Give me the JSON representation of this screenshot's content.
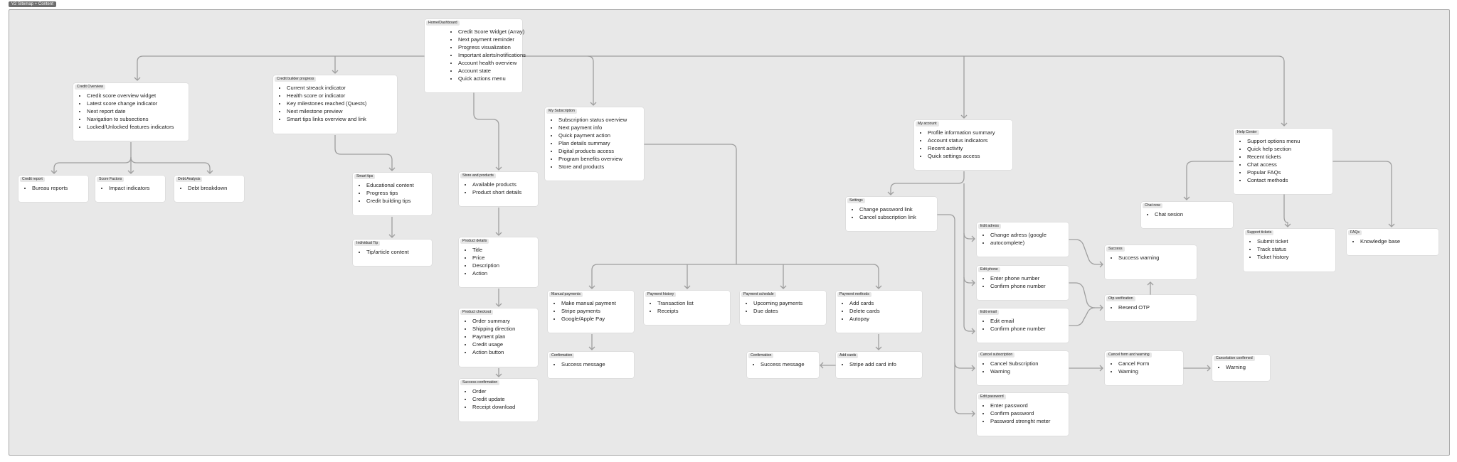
{
  "frame": {
    "label": "V2 Sitemap + Content"
  },
  "nodes": [
    {
      "id": "home",
      "title": "Home/Dashboard",
      "items": [
        "Credit Score Widget (Array)",
        "Next payment reminder",
        "Progress visualization",
        "Important alerts/notifications",
        "Account health overview",
        "Account state",
        "Quick actions menu"
      ]
    },
    {
      "id": "credit_overview",
      "title": "Credit Overview",
      "items": [
        "Credit score overview widget",
        "Latest score change indicator",
        "Next report date",
        "Navigation to subsections",
        "Locked/Unlocked features indicators"
      ]
    },
    {
      "id": "credit_report",
      "title": "Credit report",
      "items": [
        "Bureau reports"
      ]
    },
    {
      "id": "score_factors",
      "title": "Score Factors",
      "items": [
        "Impact indicators"
      ]
    },
    {
      "id": "debt_analysis",
      "title": "Debt Analysis",
      "items": [
        "Debt breakdown"
      ]
    },
    {
      "id": "credit_builder",
      "title": "Credit builder progress",
      "items": [
        "Current streack indicator",
        "Health score or indicator",
        "Key milestones reached (Quests)",
        "Next milestone preview",
        "Smart tips links overview and link"
      ]
    },
    {
      "id": "smart_tips",
      "title": "Smart tips",
      "items": [
        "Educational content",
        "Progress tips",
        "Credit building tips"
      ]
    },
    {
      "id": "individual_tip",
      "title": "Individual Tip",
      "items": [
        "Tip/article content"
      ]
    },
    {
      "id": "store_products",
      "title": "Store and products",
      "items": [
        "Available products",
        "Product short details"
      ]
    },
    {
      "id": "product_details",
      "title": "Product details",
      "items": [
        "Title",
        "Price",
        "Description",
        "Action"
      ]
    },
    {
      "id": "product_checkout",
      "title": "Product checkout",
      "items": [
        "Order summary",
        "Shipping direction",
        "Payment plan",
        "Credit usage",
        "Action button"
      ]
    },
    {
      "id": "success_confirmation",
      "title": "Success confirmation",
      "items": [
        "Order",
        "Credit update",
        "Receipt download"
      ]
    },
    {
      "id": "my_subscription",
      "title": "My Subscription",
      "items": [
        "Subscription status overview",
        "Next payment info",
        "Quick payment action",
        "Plan details summary",
        "Digital products access",
        "Program benefits overview",
        "Store and products"
      ]
    },
    {
      "id": "manual_payments",
      "title": "Manual payments",
      "items": [
        "Make manual payment",
        "Stripe payments",
        "Google/Apple Pay"
      ]
    },
    {
      "id": "confirmation1",
      "title": "Confirmation",
      "items": [
        "Success message"
      ]
    },
    {
      "id": "payment_history",
      "title": "Payment history",
      "items": [
        "Transaction list",
        "Receipts"
      ]
    },
    {
      "id": "payment_schedule",
      "title": "Payment schedule",
      "items": [
        "Upcoming payments",
        "Due dates"
      ]
    },
    {
      "id": "payment_methods",
      "title": "Payment methods",
      "items": [
        "Add cards",
        "Delete cards",
        "Autopay"
      ]
    },
    {
      "id": "add_cards",
      "title": "Add cards",
      "items": [
        "Stripe add card info"
      ]
    },
    {
      "id": "confirmation2",
      "title": "Confirmation",
      "items": [
        "Success message"
      ]
    },
    {
      "id": "my_account",
      "title": "My account",
      "items": [
        "Profile information summary",
        "Account status indicators",
        "Recent activity",
        "Quick settings access"
      ]
    },
    {
      "id": "settings",
      "title": "Settings",
      "items": [
        "Change password link",
        "Cancel subscription link"
      ]
    },
    {
      "id": "edit_address",
      "title": "Edit adress",
      "items": [
        "Change adress (google",
        "autocomplete)"
      ]
    },
    {
      "id": "edit_phone",
      "title": "Edit phone",
      "items": [
        "Enter phone number",
        "Confirm phone number"
      ]
    },
    {
      "id": "edit_email",
      "title": "Edit email",
      "items": [
        "Edit email",
        "Confirm phone number"
      ]
    },
    {
      "id": "success_warning",
      "title": "Success",
      "items": [
        "Success warning"
      ]
    },
    {
      "id": "otp",
      "title": "Otp verification",
      "items": [
        "Resend OTP"
      ]
    },
    {
      "id": "cancel_subscription",
      "title": "Cancel subscription",
      "items": [
        "Cancel Subscription",
        "Warning"
      ]
    },
    {
      "id": "cancel_form",
      "title": "Cancel form and warning",
      "items": [
        "Cancel Form",
        "Warning"
      ]
    },
    {
      "id": "cancellation_confirmed",
      "title": "Cancelation confirmed",
      "items": [
        "Warning"
      ]
    },
    {
      "id": "edit_password",
      "title": "Edit password",
      "items": [
        "Enter password",
        "Confirm password",
        "Password strenght meter"
      ]
    },
    {
      "id": "help_center",
      "title": "Help Center",
      "items": [
        "Support options menu",
        "Quick help section",
        "Recent tickets",
        "Chat access",
        "Popular FAQs",
        "Contact methods"
      ]
    },
    {
      "id": "chat_now",
      "title": "Chat now",
      "items": [
        "Chat sesion"
      ]
    },
    {
      "id": "support_tickets",
      "title": "Support tickets",
      "items": [
        "Submit ticket",
        "Track status",
        "Ticket history"
      ]
    },
    {
      "id": "faqs",
      "title": "FAQs",
      "items": [
        "Knowledge base"
      ]
    }
  ]
}
